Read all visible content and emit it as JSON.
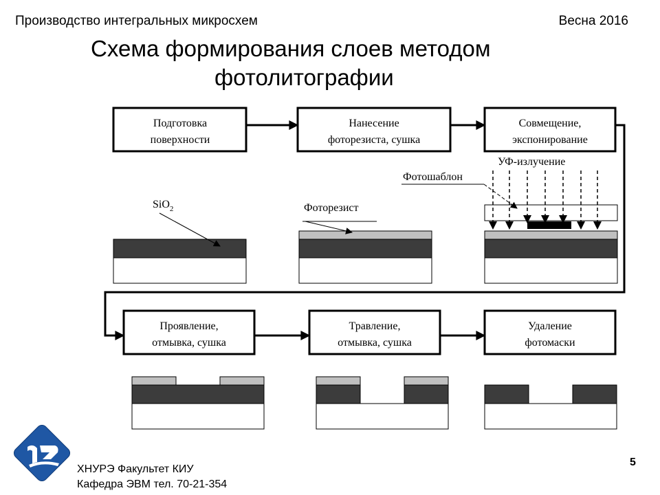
{
  "header": {
    "course": "Производство интегральных микросхем",
    "term": "Весна 2016"
  },
  "title": {
    "line1": "Схема формирования слоев методом",
    "line2": "фотолитографии"
  },
  "steps": [
    {
      "line1": "Подготовка",
      "line2": "поверхности"
    },
    {
      "line1": "Нанесение",
      "line2": "фоторезиста, сушка"
    },
    {
      "line1": "Совмещение,",
      "line2": "экспонирование"
    },
    {
      "line1": "Проявление,",
      "line2": "отмывка, сушка"
    },
    {
      "line1": "Травление,",
      "line2": "отмывка, сушка"
    },
    {
      "line1": "Удаление",
      "line2": "фотомаски"
    }
  ],
  "labels": {
    "sio2_base": "SiO",
    "sio2_sub": "2",
    "photoresist": "Фоторезист",
    "photomask": "Фотошаблон",
    "uv": "УФ-излучение"
  },
  "footer": {
    "org": "ХНУРЭ Факультет КИУ",
    "dept": "Кафедра ЭВМ   тел. 70-21-354"
  },
  "page_number": "5",
  "colors": {
    "oxide": "#3c3c3c",
    "photoresist": "#c0c0c0",
    "logo": "#1f57a4"
  }
}
